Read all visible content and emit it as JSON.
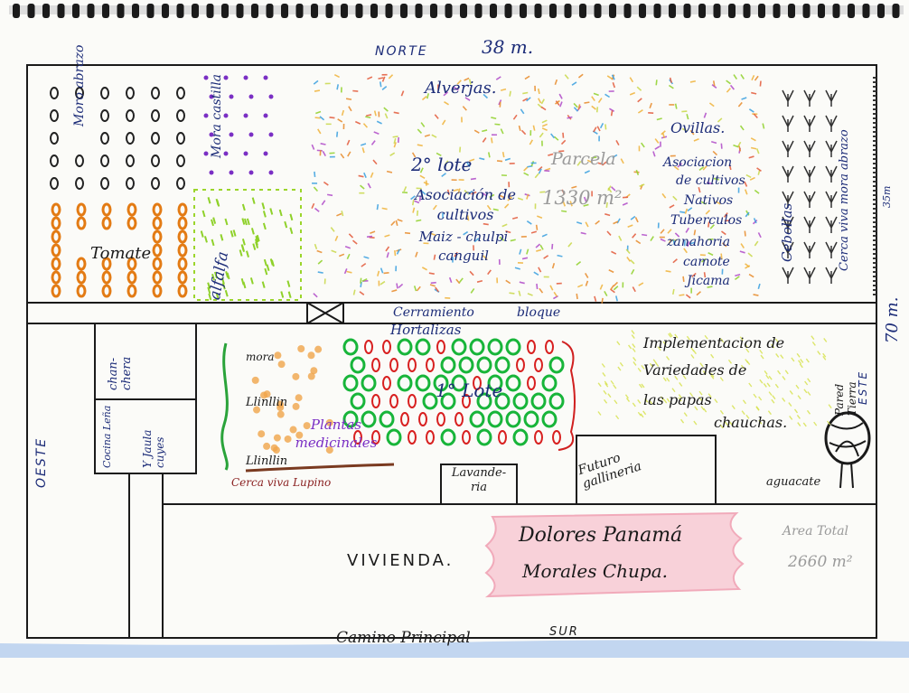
{
  "compass": {
    "north": "NORTE",
    "south": "SUR",
    "east": "ESTE",
    "west": "OESTE"
  },
  "dimensions": {
    "width": "38 m.",
    "height": "70 m.",
    "side_small": "35m"
  },
  "upper_plot": {
    "lot_label": "2° lote",
    "parcel": "Parcela",
    "parcel_area": "1330 m²",
    "crops_left": [
      "Moro abrazo",
      "Mora castilla",
      "Tomate",
      "alfalfa"
    ],
    "alverjas": "Alverjas.",
    "association_title": "Asociación de cultivos",
    "association_items": "Maiz - chulpi canguil",
    "ovillas": "Ovillas.",
    "native_assoc": [
      "Asociacion",
      "de cultivos",
      "Nativos",
      "Tuberculos",
      "zanahoria",
      "camote",
      "Jicama"
    ],
    "cebollas": "Cebollas",
    "hedge": "Cerca viva mora abrazo"
  },
  "fence_label": [
    "Cerramiento",
    "bloque"
  ],
  "lower_plot": {
    "chanchera": "chan- chera",
    "kitchen": "Cocina Leña",
    "cage": "Y Jaula cuyes",
    "mora": "mora",
    "llinllin_1": "Llinllin",
    "llinllin_2": "Llinllin",
    "medicinal": "Plantas medicinales",
    "hortalizas": "Hortalizas",
    "lot_1": "1° Lote",
    "lupino": "Cerca viva Lupino",
    "laundry": "Lavande- ria",
    "hen_house": "Futuro gallineria",
    "potato_note": [
      "Implementacion de",
      "Variedades de",
      "las papas",
      "chauchas."
    ],
    "wall": "Pared Tierra",
    "avocado": "aguacate"
  },
  "bottom": {
    "house": "VIVIENDA.",
    "owner_line1": "Dolores Panamá",
    "owner_line2": "Morales Chupa.",
    "total_area_label": "Area Total",
    "total_area_value": "2660 m²",
    "road": "Camino Principal"
  }
}
